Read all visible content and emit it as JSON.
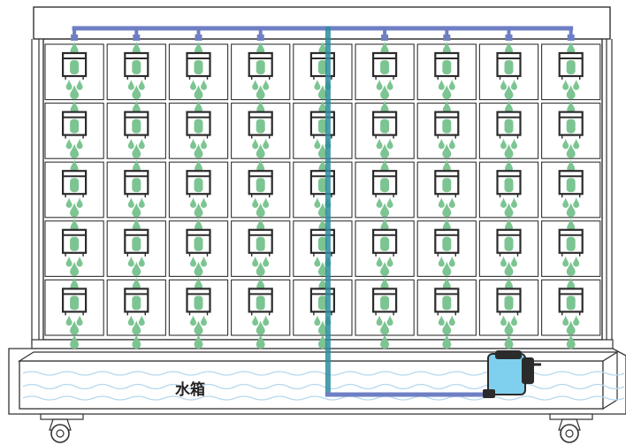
{
  "diagram": {
    "tank_label": "水箱",
    "grid": {
      "rows": 5,
      "columns": 9
    },
    "colors": {
      "frame_stroke": "#333333",
      "frame_fill": "#ffffff",
      "pipe": "#6f7fc4",
      "riser": "#2d8c9e",
      "droplet": "#7cc592",
      "water_wave": "#b6d8ef",
      "pump_body": "#7fd0ee",
      "pump_dark": "#2b2b2b"
    },
    "icons": [
      "planter-box-icon",
      "water-droplet-icon",
      "pump-icon",
      "caster-wheel-icon",
      "water-wave-icon"
    ]
  }
}
